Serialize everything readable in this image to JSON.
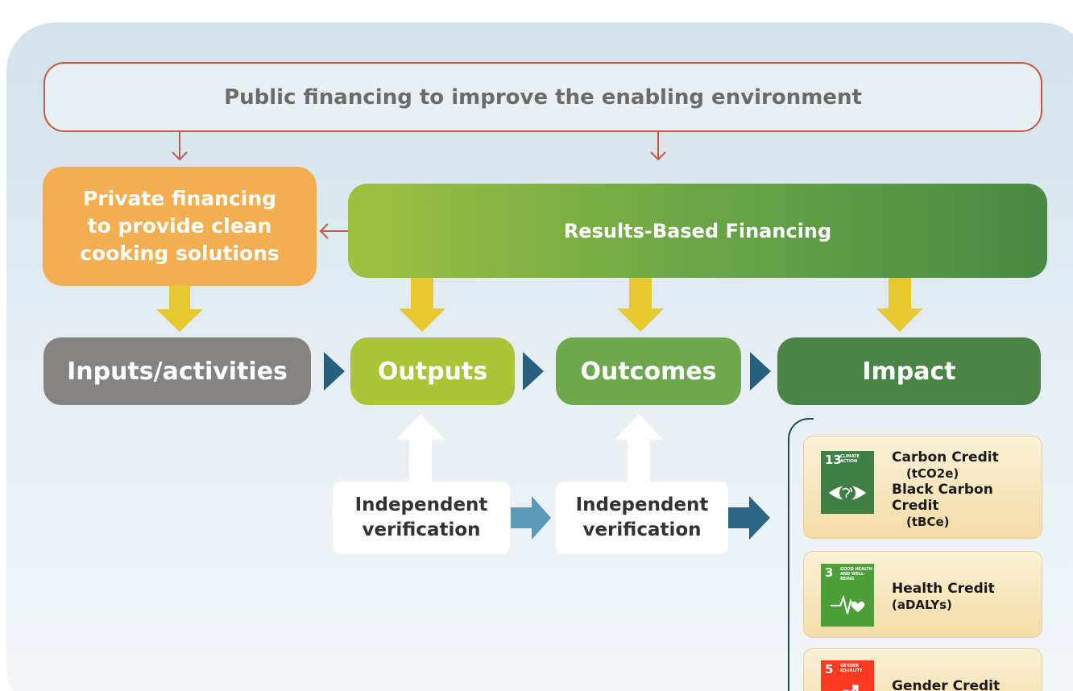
{
  "top_box": "Public financing to improve the enabling environment",
  "private_box": [
    "Private financing",
    "to provide clean",
    "cooking solutions"
  ],
  "rbf_box": "Results-Based Financing",
  "stages": [
    "Inputs/activities",
    "Outputs",
    "Outcomes",
    "Impact"
  ],
  "verification": [
    {
      "line1": "Independent",
      "line2": "verification"
    },
    {
      "line1": "Independent",
      "line2": "verification"
    }
  ],
  "credits": [
    {
      "sdg_number": "13",
      "sdg_name": [
        "CLIMATE",
        "ACTION"
      ],
      "icon": "earth-eye-icon",
      "lines": [
        "Carbon Credit",
        "(tCO2e)",
        "Black Carbon",
        "Credit",
        "(tBCe)"
      ]
    },
    {
      "sdg_number": "3",
      "sdg_name": [
        "GOOD HEALTH",
        "AND WELL-BEING"
      ],
      "icon": "heartbeat-icon",
      "lines": [
        "Health Credit",
        "(aDALYs)"
      ]
    },
    {
      "sdg_number": "5",
      "sdg_name": [
        "GENDER",
        "EQUALITY"
      ],
      "icon": "gender-equality-icon",
      "lines": [
        "Gender Credit"
      ]
    }
  ],
  "colors": {
    "red_arrow": "#c9573f",
    "yellow_arrow": "#e6c92e",
    "private": "#f3ae51",
    "inputs": "#858282",
    "outputs": "#a9c436",
    "outcomes": "#6ea84e",
    "impact": "#4a8446",
    "chevron": "#25607e",
    "arrow_light_blue": "#5b9ab8",
    "arrow_dark_blue": "#2c6486"
  }
}
